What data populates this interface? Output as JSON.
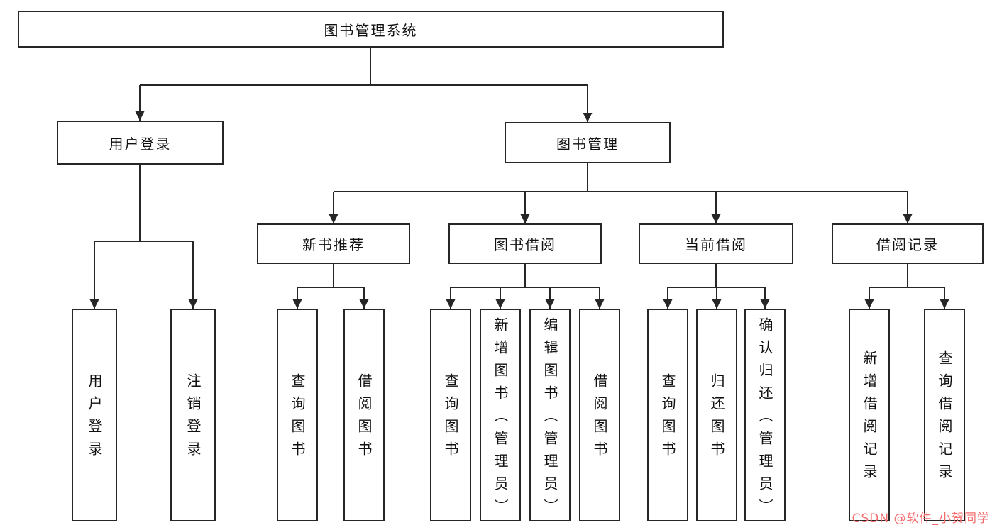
{
  "diagram": {
    "root": "图书管理系统",
    "children": [
      {
        "label": "用户登录",
        "children": [
          {
            "label": "用户登录"
          },
          {
            "label": "注销登录"
          }
        ]
      },
      {
        "label": "图书管理",
        "children": [
          {
            "label": "新书推荐",
            "children": [
              {
                "label": "查询图书"
              },
              {
                "label": "借阅图书"
              }
            ]
          },
          {
            "label": "图书借阅",
            "children": [
              {
                "label": "查询图书"
              },
              {
                "label": "新增图书（管理员）"
              },
              {
                "label": "编辑图书（管理员）"
              },
              {
                "label": "借阅图书"
              }
            ]
          },
          {
            "label": "当前借阅",
            "children": [
              {
                "label": "查询图书"
              },
              {
                "label": "归还图书"
              },
              {
                "label": "确认归还（管理员）"
              }
            ]
          },
          {
            "label": "借阅记录",
            "children": [
              {
                "label": "新增借阅记录"
              },
              {
                "label": "查询借阅记录"
              }
            ]
          }
        ]
      }
    ]
  },
  "watermark": {
    "text": "CSDN @软件_小贺同学",
    "color": "#f56c6c"
  },
  "colors": {
    "line": "#262626",
    "box_border": "#262626",
    "background": "#ffffff"
  }
}
